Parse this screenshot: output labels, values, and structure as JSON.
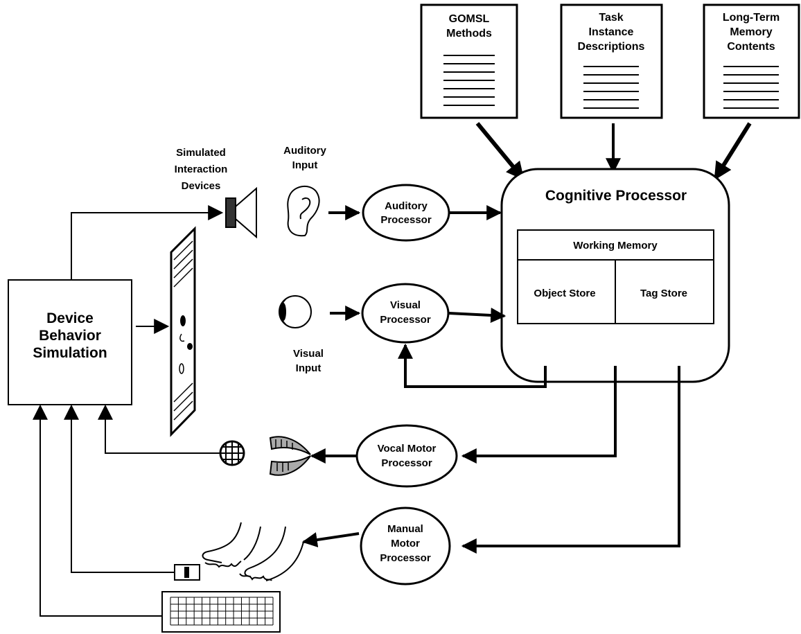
{
  "documents": {
    "gomsl": [
      "GOMSL",
      "Methods"
    ],
    "task": [
      "Task",
      "Instance",
      "Descriptions"
    ],
    "ltm": [
      "Long-Term",
      "Memory",
      "Contents"
    ]
  },
  "cognitive": {
    "title": "Cognitive Processor",
    "working_memory": "Working Memory",
    "object_store": "Object Store",
    "tag_store": "Tag Store"
  },
  "processors": {
    "auditory": [
      "Auditory",
      "Processor"
    ],
    "visual": [
      "Visual",
      "Processor"
    ],
    "vocal": [
      "Vocal Motor",
      "Processor"
    ],
    "manual": [
      "Manual",
      "Motor",
      "Processor"
    ]
  },
  "inputs": {
    "auditory": [
      "Auditory",
      "Input"
    ],
    "visual": [
      "Visual",
      "Input"
    ]
  },
  "devices_label": [
    "Simulated",
    "Interaction",
    "Devices"
  ],
  "device_sim": [
    "Device",
    "Behavior",
    "Simulation"
  ]
}
